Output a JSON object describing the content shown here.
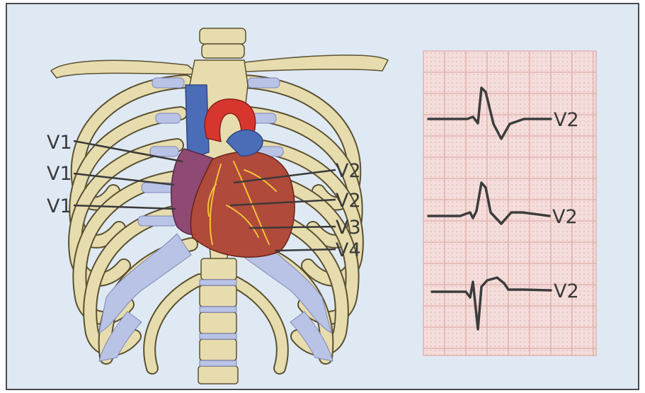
{
  "colors": {
    "background": "#dfe9f4",
    "bone": "#e6dcae",
    "bone_outline": "#5a5130",
    "cartilage": "#b9c3e6",
    "grid_fill": "#f4dddb",
    "grid_line": "#e0b3b0",
    "trace": "#3d3d3d",
    "heart_left": "#8e4a73",
    "heart_right": "#b04a3b",
    "aorta": "#d7362f",
    "vena_cava": "#4b6db8"
  },
  "left_labels": [
    "V1",
    "V1",
    "V1"
  ],
  "right_labels": [
    "V2",
    "V2",
    "V3",
    "V4"
  ],
  "ecg_strips": [
    {
      "label": "V2"
    },
    {
      "label": "V2"
    },
    {
      "label": "V2"
    }
  ]
}
